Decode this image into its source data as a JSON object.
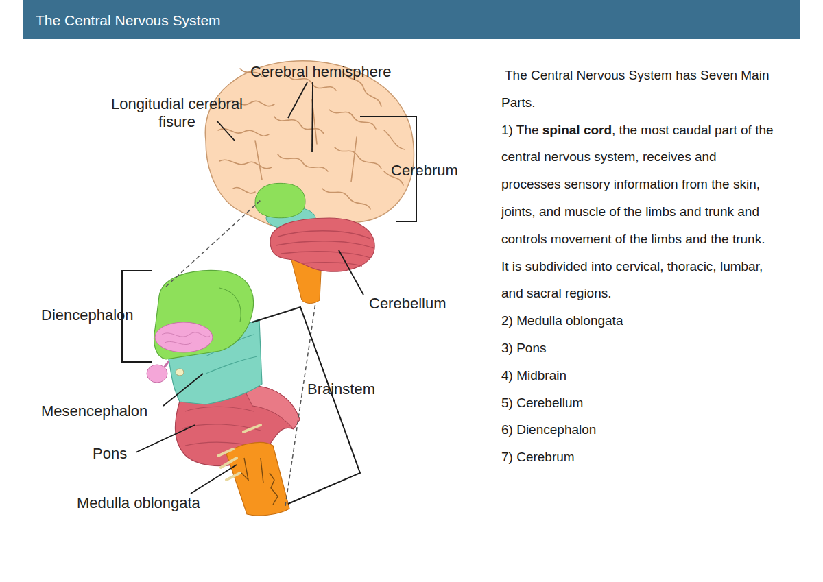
{
  "diagram": {
    "title": "The Central Nervous System",
    "labels": [
      "Cerebral hemisphere",
      "Longitudial cerebral fisure",
      "Cerebrum",
      "Cerebellum",
      "Diencephalon",
      "Mesencephalon",
      "Brainstem",
      "Pons",
      "Medulla oblongata",
      "The Central Nervous System has Seven Main Parts.",
      "1) The",
      "spinal cord",
      ", the most caudal part of the central nervous system, receives and processes sensory information from the skin, joints, and muscle of the limbs and trunk and controls movement of the limbs and the trunk. It is subdivided into cervical, thoracic, lumbar, and sacral regions.",
      "2) Medulla oblongata",
      "3) Pons",
      "4) Midbrain",
      "5) Cerebellum",
      "6) Diencephalon",
      "7) Cerebrum"
    ]
  }
}
